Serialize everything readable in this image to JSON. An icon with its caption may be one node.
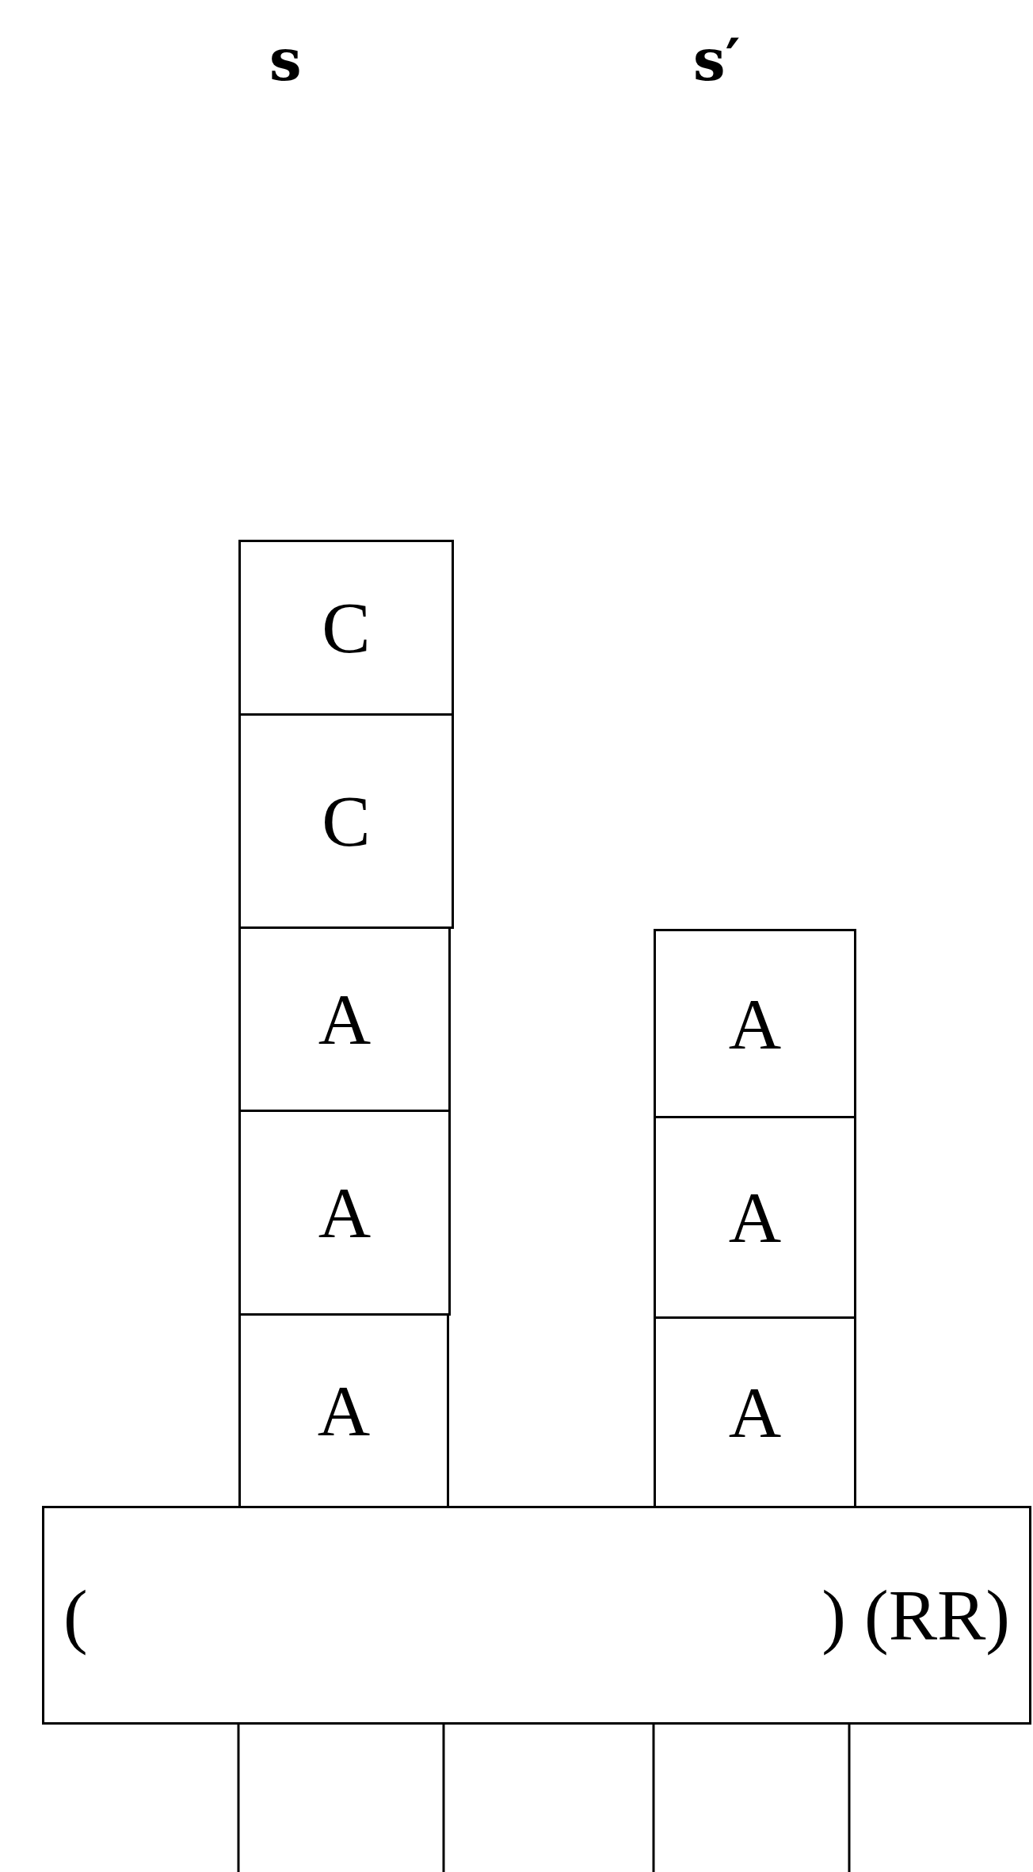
{
  "diagram": {
    "nodes": [
      {
        "text": [
          "C"
        ]
      },
      {
        "text": [
          "C"
        ]
      },
      {
        "text": [
          "A"
        ]
      },
      {
        "text": [
          "A"
        ]
      },
      {
        "text": [
          "A"
        ]
      },
      {
        "text": [
          "A"
        ]
      },
      {
        "text": [
          "A"
        ]
      },
      {
        "text": [
          "A"
        ]
      },
      {
        "text": [
          "(",
          ") (RR)"
        ]
      }
    ],
    "edges": [
      {
        "from": 8,
        "to": null,
        "arrow": "none"
      },
      {
        "from": 8,
        "to": null,
        "arrow": "none"
      },
      {
        "from": 8,
        "to": null,
        "arrow": "none"
      },
      {
        "from": 8,
        "to": null,
        "arrow": "none"
      }
    ],
    "labels": [
      "s",
      "s′"
    ]
  }
}
